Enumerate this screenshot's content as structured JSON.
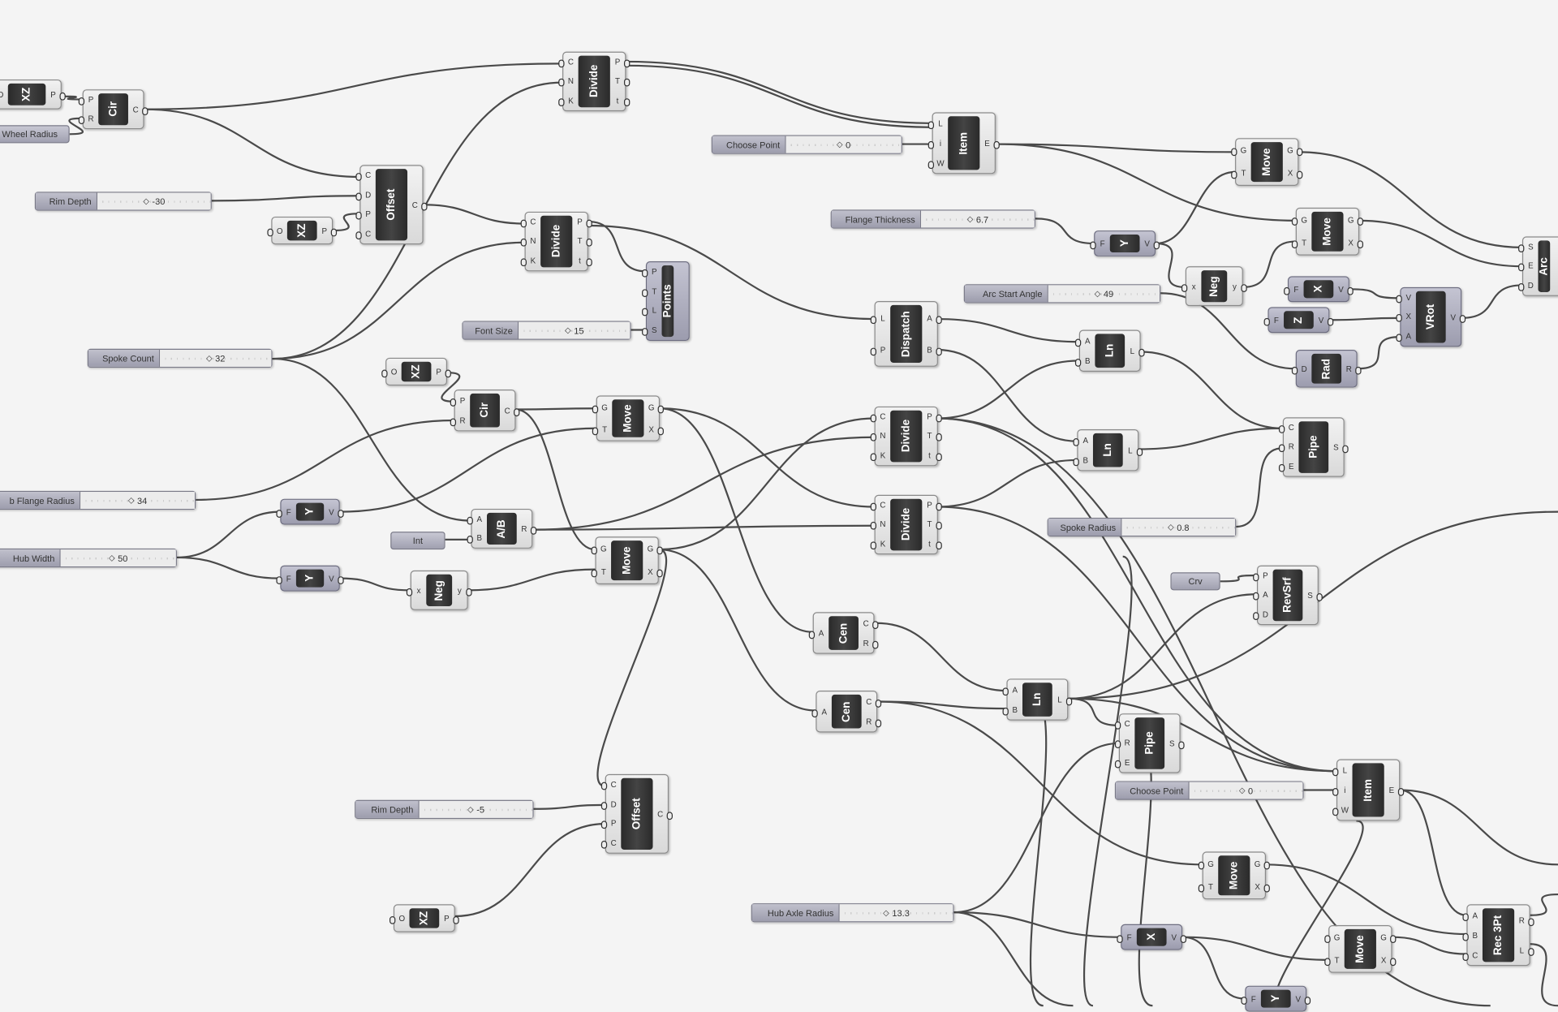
{
  "components": [
    {
      "name": "XZ",
      "inputs": [
        "O"
      ],
      "outputs": [
        "P"
      ]
    },
    {
      "name": "Cir",
      "inputs": [
        "P",
        "R"
      ],
      "outputs": [
        "C"
      ]
    },
    {
      "name": "Divide",
      "inputs": [
        "C",
        "N",
        "K"
      ],
      "outputs": [
        "P",
        "T",
        "t"
      ]
    },
    {
      "name": "Item",
      "inputs": [
        "L",
        "i",
        "W"
      ],
      "outputs": [
        "E"
      ]
    },
    {
      "name": "Offset",
      "inputs": [
        "C",
        "D",
        "P",
        "C"
      ],
      "outputs": [
        "C"
      ]
    },
    {
      "name": "XZ",
      "inputs": [
        "O"
      ],
      "outputs": [
        "P"
      ]
    },
    {
      "name": "Divide",
      "inputs": [
        "C",
        "N",
        "K"
      ],
      "outputs": [
        "P",
        "T",
        "t"
      ]
    },
    {
      "name": "Points",
      "inputs": [
        "P",
        "T",
        "L",
        "S"
      ],
      "outputs": []
    },
    {
      "name": "Dispatch",
      "inputs": [
        "L",
        "P"
      ],
      "outputs": [
        "A",
        "B"
      ]
    },
    {
      "name": "Move",
      "inputs": [
        "G",
        "T"
      ],
      "outputs": [
        "G",
        "X"
      ]
    },
    {
      "name": "Move",
      "inputs": [
        "G",
        "T"
      ],
      "outputs": [
        "G",
        "X"
      ]
    },
    {
      "name": "Y",
      "inputs": [
        "F"
      ],
      "outputs": [
        "V"
      ]
    },
    {
      "name": "Neg",
      "inputs": [
        "x"
      ],
      "outputs": [
        "y"
      ]
    },
    {
      "name": "X",
      "inputs": [
        "F"
      ],
      "outputs": [
        "V"
      ]
    },
    {
      "name": "Z",
      "inputs": [
        "F"
      ],
      "outputs": [
        "V"
      ]
    },
    {
      "name": "VRot",
      "inputs": [
        "V",
        "X",
        "A"
      ],
      "outputs": [
        "V"
      ]
    },
    {
      "name": "Rad",
      "inputs": [
        "D"
      ],
      "outputs": [
        "R"
      ]
    },
    {
      "name": "Arc",
      "inputs": [
        "S",
        "E",
        "D"
      ],
      "outputs": []
    },
    {
      "name": "XZ",
      "inputs": [
        "O"
      ],
      "outputs": [
        "P"
      ]
    },
    {
      "name": "Cir",
      "inputs": [
        "P",
        "R"
      ],
      "outputs": [
        "C"
      ]
    },
    {
      "name": "Move",
      "inputs": [
        "G",
        "T"
      ],
      "outputs": [
        "G",
        "X"
      ]
    },
    {
      "name": "Ln",
      "inputs": [
        "A",
        "B"
      ],
      "outputs": [
        "L"
      ]
    },
    {
      "name": "Divide",
      "inputs": [
        "C",
        "N",
        "K"
      ],
      "outputs": [
        "P",
        "T",
        "t"
      ]
    },
    {
      "name": "Ln",
      "inputs": [
        "A",
        "B"
      ],
      "outputs": [
        "L"
      ]
    },
    {
      "name": "Pipe",
      "inputs": [
        "C",
        "R",
        "E"
      ],
      "outputs": [
        "S"
      ]
    },
    {
      "name": "Y",
      "inputs": [
        "F"
      ],
      "outputs": [
        "V"
      ]
    },
    {
      "name": "A/B",
      "inputs": [
        "A",
        "B"
      ],
      "outputs": [
        "R"
      ]
    },
    {
      "name": "Divide",
      "inputs": [
        "C",
        "N",
        "K"
      ],
      "outputs": [
        "P",
        "T",
        "t"
      ]
    },
    {
      "name": "Y",
      "inputs": [
        "F"
      ],
      "outputs": [
        "V"
      ]
    },
    {
      "name": "Neg",
      "inputs": [
        "x"
      ],
      "outputs": [
        "y"
      ]
    },
    {
      "name": "Move",
      "inputs": [
        "G",
        "T"
      ],
      "outputs": [
        "G",
        "X"
      ]
    },
    {
      "name": "RevSrf",
      "inputs": [
        "P",
        "A",
        "D"
      ],
      "outputs": [
        "S"
      ]
    },
    {
      "name": "Cen",
      "inputs": [
        "A"
      ],
      "outputs": [
        "C",
        "R"
      ]
    },
    {
      "name": "Cen",
      "inputs": [
        "A"
      ],
      "outputs": [
        "C",
        "R"
      ]
    },
    {
      "name": "Ln",
      "inputs": [
        "A",
        "B"
      ],
      "outputs": [
        "L"
      ]
    },
    {
      "name": "Pipe",
      "inputs": [
        "C",
        "R",
        "E"
      ],
      "outputs": [
        "S"
      ]
    },
    {
      "name": "Item",
      "inputs": [
        "L",
        "i",
        "W"
      ],
      "outputs": [
        "E"
      ]
    },
    {
      "name": "Offset",
      "inputs": [
        "C",
        "D",
        "P",
        "C"
      ],
      "outputs": [
        "C"
      ]
    },
    {
      "name": "XZ",
      "inputs": [
        "O"
      ],
      "outputs": [
        "P"
      ]
    },
    {
      "name": "Move",
      "inputs": [
        "G",
        "T"
      ],
      "outputs": [
        "G",
        "X"
      ]
    },
    {
      "name": "Rec 3Pt",
      "inputs": [
        "A",
        "B",
        "C"
      ],
      "outputs": [
        "R",
        "L"
      ]
    },
    {
      "name": "X",
      "inputs": [
        "F"
      ],
      "outputs": [
        "V"
      ]
    },
    {
      "name": "Move",
      "inputs": [
        "G",
        "T"
      ],
      "outputs": [
        "G",
        "X"
      ]
    },
    {
      "name": "Y",
      "inputs": [
        "F"
      ],
      "outputs": [
        "V"
      ]
    }
  ],
  "sliders": [
    {
      "label": "Rim Depth",
      "value": "-30"
    },
    {
      "label": "Choose Point",
      "value": "0"
    },
    {
      "label": "Flange Thickness",
      "value": "6.7"
    },
    {
      "label": "Arc Start Angle",
      "value": "49"
    },
    {
      "label": "Font Size",
      "value": "15"
    },
    {
      "label": "Spoke Count",
      "value": "32"
    },
    {
      "label": "b Flange Radius",
      "value": "34"
    },
    {
      "label": "Hub Width",
      "value": "50"
    },
    {
      "label": "Spoke Radius",
      "value": "0.8"
    },
    {
      "label": "Rim Depth",
      "value": "-5"
    },
    {
      "label": "Hub Axle Radius",
      "value": "13.3"
    },
    {
      "label": "Choose Point",
      "value": "0"
    }
  ],
  "params": [
    {
      "label": "Wheel Radius"
    },
    {
      "label": "Int"
    },
    {
      "label": "Crv"
    }
  ]
}
